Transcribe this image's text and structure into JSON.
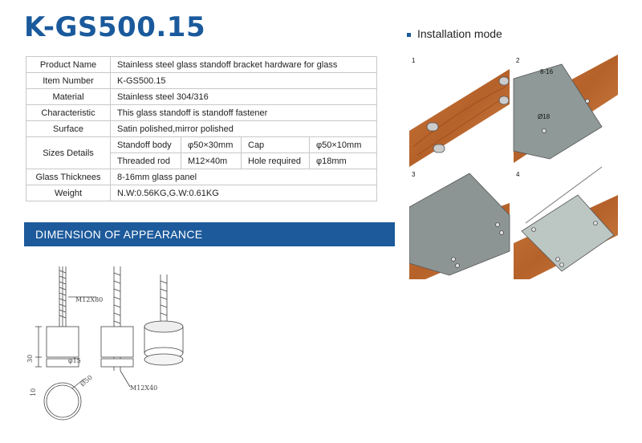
{
  "product_code": "K-GS500.15",
  "specs": {
    "product_name": {
      "label": "Product Name",
      "value": "Stainless steel glass standoff bracket hardware for glass"
    },
    "item_number": {
      "label": "Item Number",
      "value": "K-GS500.15"
    },
    "material": {
      "label": "Material",
      "value": "Stainless steel 304/316"
    },
    "characteristic": {
      "label": "Characteristic",
      "value": "This glass standoff is standoff fastener"
    },
    "surface": {
      "label": "Surface",
      "value": "Satin polished,mirror polished"
    },
    "sizes": {
      "label": "Sizes Details",
      "rows": [
        [
          "Standoff body",
          "φ50×30mm",
          "Cap",
          "φ50×10mm"
        ],
        [
          "Threaded rod",
          "M12×40m",
          "Hole required",
          "φ18mm"
        ]
      ]
    },
    "glass_thickness": {
      "label": "Glass Thicknees",
      "value": "8-16mm glass panel"
    },
    "weight": {
      "label": "Weight",
      "value": "N.W:0.56KG,G.W:0.61KG"
    }
  },
  "dimension_section_title": "DIMENSION OF APPEARANCE",
  "installation_title": "Installation mode",
  "installation_steps": [
    "1",
    "2",
    "3",
    "4"
  ],
  "step2_annotations": {
    "thickness": "8-16",
    "hole": "Ø18"
  },
  "dimension_labels": {
    "rod_top": "M12X80",
    "rod_bottom": "M12X40",
    "body_height": "30",
    "cap_height": "10",
    "diameter_small": "φ15",
    "diameter_cap": "Ø50"
  }
}
